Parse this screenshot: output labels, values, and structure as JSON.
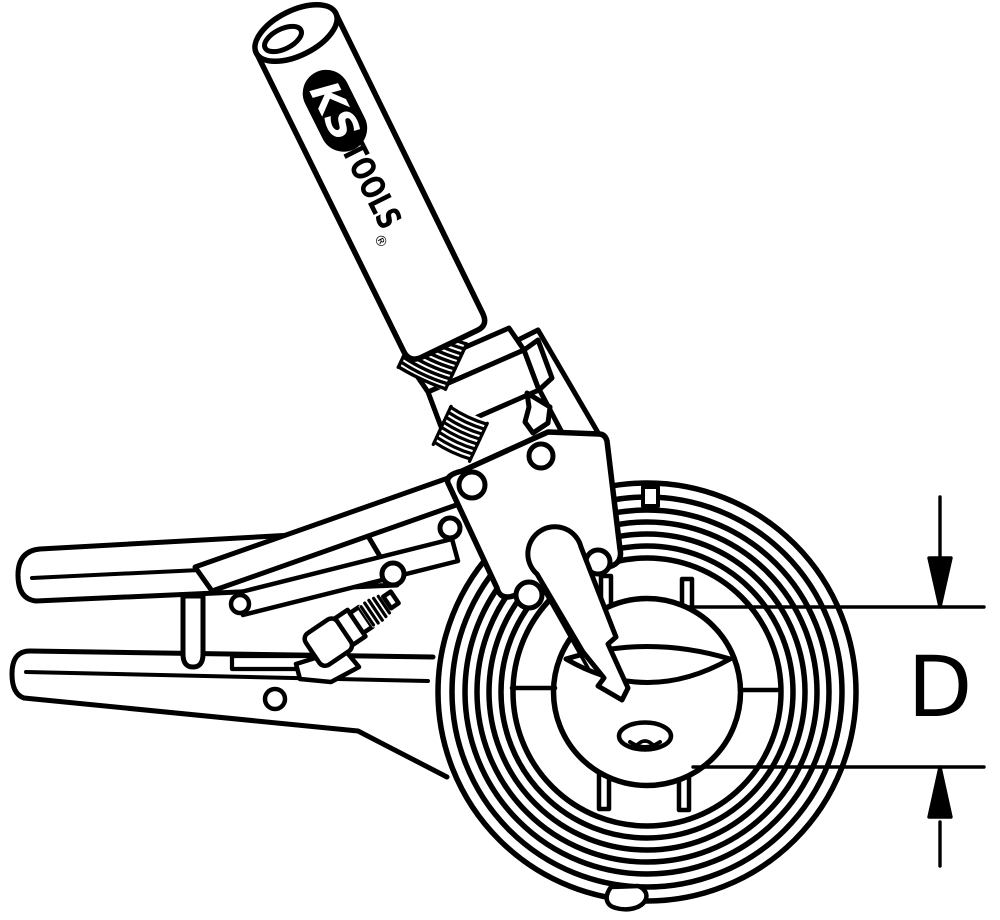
{
  "logo": {
    "ks": "KS",
    "tools": "TOOLS",
    "registered": "®"
  },
  "dimension": {
    "label": "D"
  },
  "colors": {
    "line": "#000000",
    "background": "#ffffff"
  }
}
